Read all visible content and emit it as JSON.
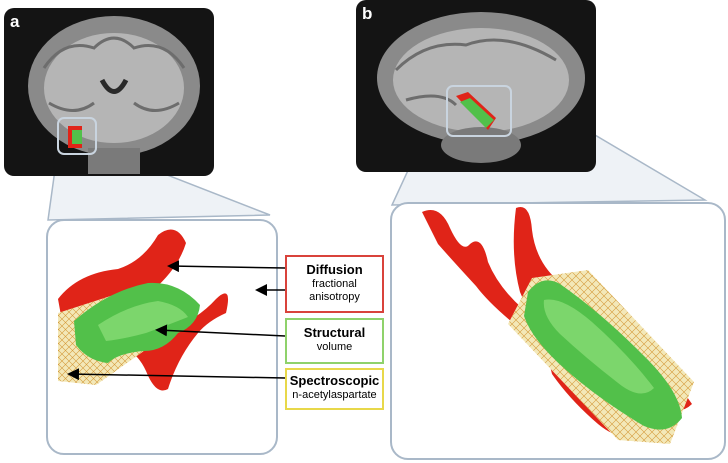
{
  "panels": [
    {
      "label": "a"
    },
    {
      "label": "b"
    }
  ],
  "callouts": [
    {
      "title": "Diffusion",
      "subtitle_lines": [
        "fractional",
        "anisotropy"
      ],
      "color": "#d9433b"
    },
    {
      "title": "Structural",
      "subtitle_lines": [
        "volume"
      ],
      "color": "#8fd26b"
    },
    {
      "title": "Spectroscopic",
      "subtitle_lines": [
        "n-acetylaspartate"
      ],
      "color": "#e8d84a"
    }
  ],
  "colors": {
    "diffusion": "#e02418",
    "structural": "#52c04a",
    "spectroscopic": "#f3e8b8",
    "frame": "#a9b8c8"
  }
}
